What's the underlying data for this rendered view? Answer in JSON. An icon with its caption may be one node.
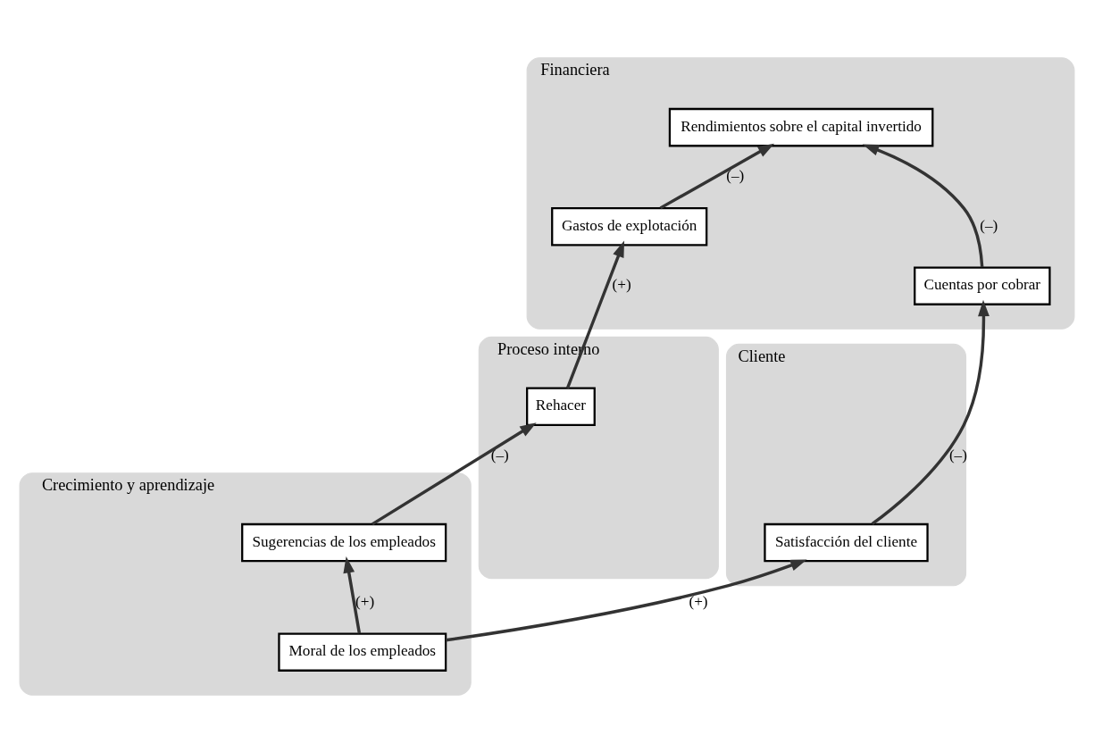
{
  "diagram": {
    "nodes": [
      {
        "text": [
          "Financiera"
        ]
      },
      {
        "text": [
          "Cuentas por cobrar"
        ],
        "in": 0
      },
      {
        "text": [
          "Rendimientos sobre el capital invertido"
        ],
        "in": 0
      },
      {
        "text": [
          "Gastos de explotación"
        ],
        "in": 0
      },
      {
        "text": [
          "Cliente"
        ]
      },
      {
        "text": [
          "Satisfacción del cliente"
        ],
        "in": 4
      },
      {
        "text": [
          "Proceso interno"
        ]
      },
      {
        "text": [
          "Rehacer"
        ],
        "in": 6
      },
      {
        "text": [
          "Crecimiento y aprendizaje"
        ]
      },
      {
        "text": [
          "Sugerencias de los empleados"
        ],
        "in": 8
      },
      {
        "text": [
          "Moral de los empleados"
        ],
        "in": 8
      }
    ],
    "edges": [
      {
        "from": 1,
        "to": 2,
        "arrow": "to",
        "label": "(–)"
      },
      {
        "from": 3,
        "to": 2,
        "arrow": "to",
        "label": "(–)"
      },
      {
        "from": 5,
        "to": 1,
        "arrow": "to",
        "label": "(–)"
      },
      {
        "from": 7,
        "to": 3,
        "arrow": "to",
        "label": "(+)"
      },
      {
        "from": 10,
        "to": 5,
        "arrow": "to",
        "label": "(+)"
      },
      {
        "from": 9,
        "to": 7,
        "arrow": "to",
        "label": "(–)"
      },
      {
        "from": 10,
        "to": 9,
        "arrow": "to",
        "label": "(+)"
      }
    ]
  }
}
